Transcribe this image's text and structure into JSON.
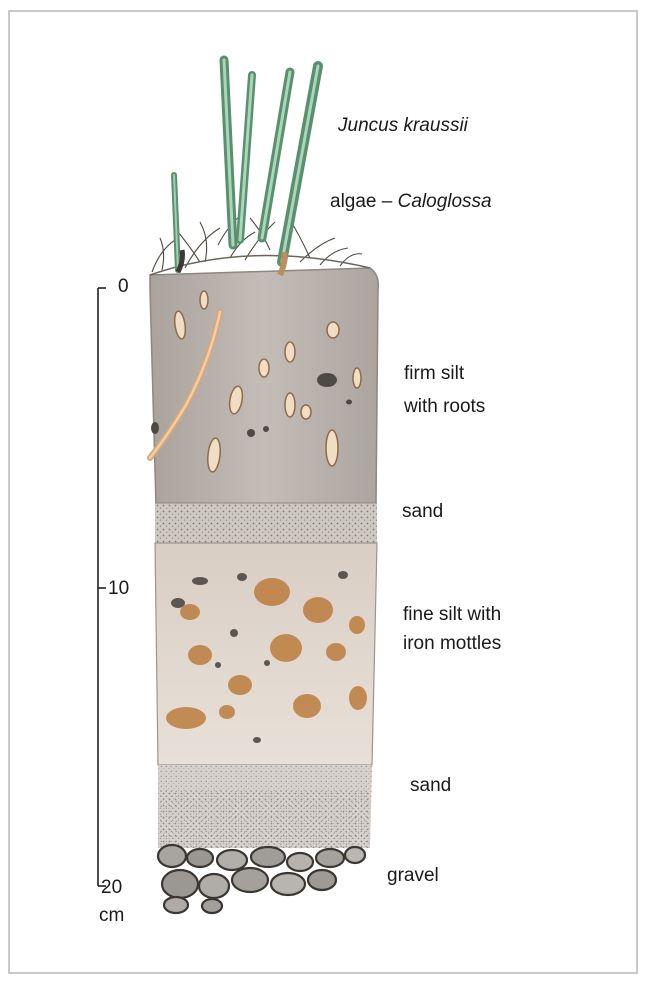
{
  "figure": {
    "labels": {
      "species": "Juncus kraussii",
      "algae_prefix": "algae – ",
      "algae_name": "Caloglossa",
      "layer_firm_silt_1": "firm silt",
      "layer_firm_silt_2": "with roots",
      "layer_sand_upper": "sand",
      "layer_fine_silt_1": "fine silt with",
      "layer_fine_silt_2": "iron mottles",
      "layer_sand_lower": "sand",
      "layer_gravel": "gravel"
    },
    "depth_scale": {
      "tick_top": "0",
      "tick_mid": "10",
      "tick_bottom": "20",
      "unit": "cm"
    },
    "colors": {
      "silt": "#bab2ad",
      "sand": "#d2cdc8",
      "mottled_silt": "#e0d6cd",
      "iron_mottle": "#b97a3c",
      "rush_green": "#6fae8a",
      "gravel": "#9a9793",
      "frame_border": "#c9c9c9"
    }
  }
}
